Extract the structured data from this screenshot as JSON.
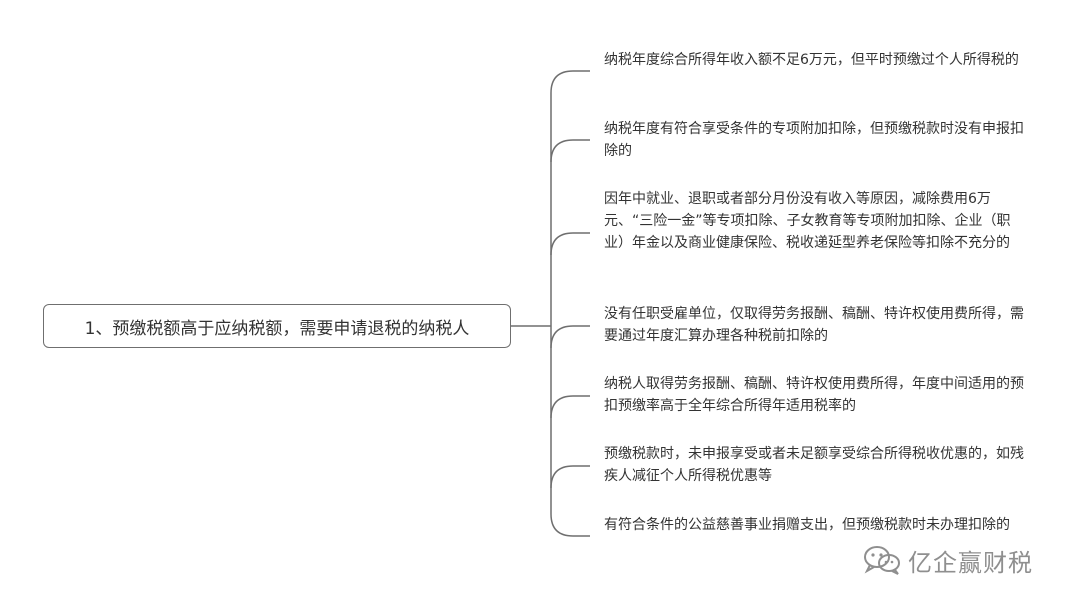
{
  "mindmap": {
    "root": "1、预缴税额高于应纳税额，需要申请退税的纳税人",
    "branches": [
      "纳税年度综合所得年收入额不足6万元，但平时预缴过个人所得税的",
      "纳税年度有符合享受条件的专项附加扣除，但预缴税款时没有申报扣除的",
      "因年中就业、退职或者部分月份没有收入等原因，减除费用6万元、“三险一金”等专项扣除、子女教育等专项附加扣除、企业（职业）年金以及商业健康保险、税收递延型养老保险等扣除不充分的",
      "没有任职受雇单位，仅取得劳务报酬、稿酬、特许权使用费所得，需要通过年度汇算办理各种税前扣除的",
      "纳税人取得劳务报酬、稿酬、特许权使用费所得，年度中间适用的预扣预缴率高于全年综合所得年适用税率的",
      "预缴税款时，未申报享受或者未足额享受综合所得税收优惠的，如残疾人减征个人所得税优惠等",
      "有符合条件的公益慈善事业捐赠支出，但预缴税款时未办理扣除的"
    ]
  },
  "watermark": {
    "icon": "wechat-icon",
    "text": "亿企赢财税"
  },
  "colors": {
    "line": "#6f6f6f",
    "text": "#333333",
    "watermark": "#8f8f8f"
  }
}
